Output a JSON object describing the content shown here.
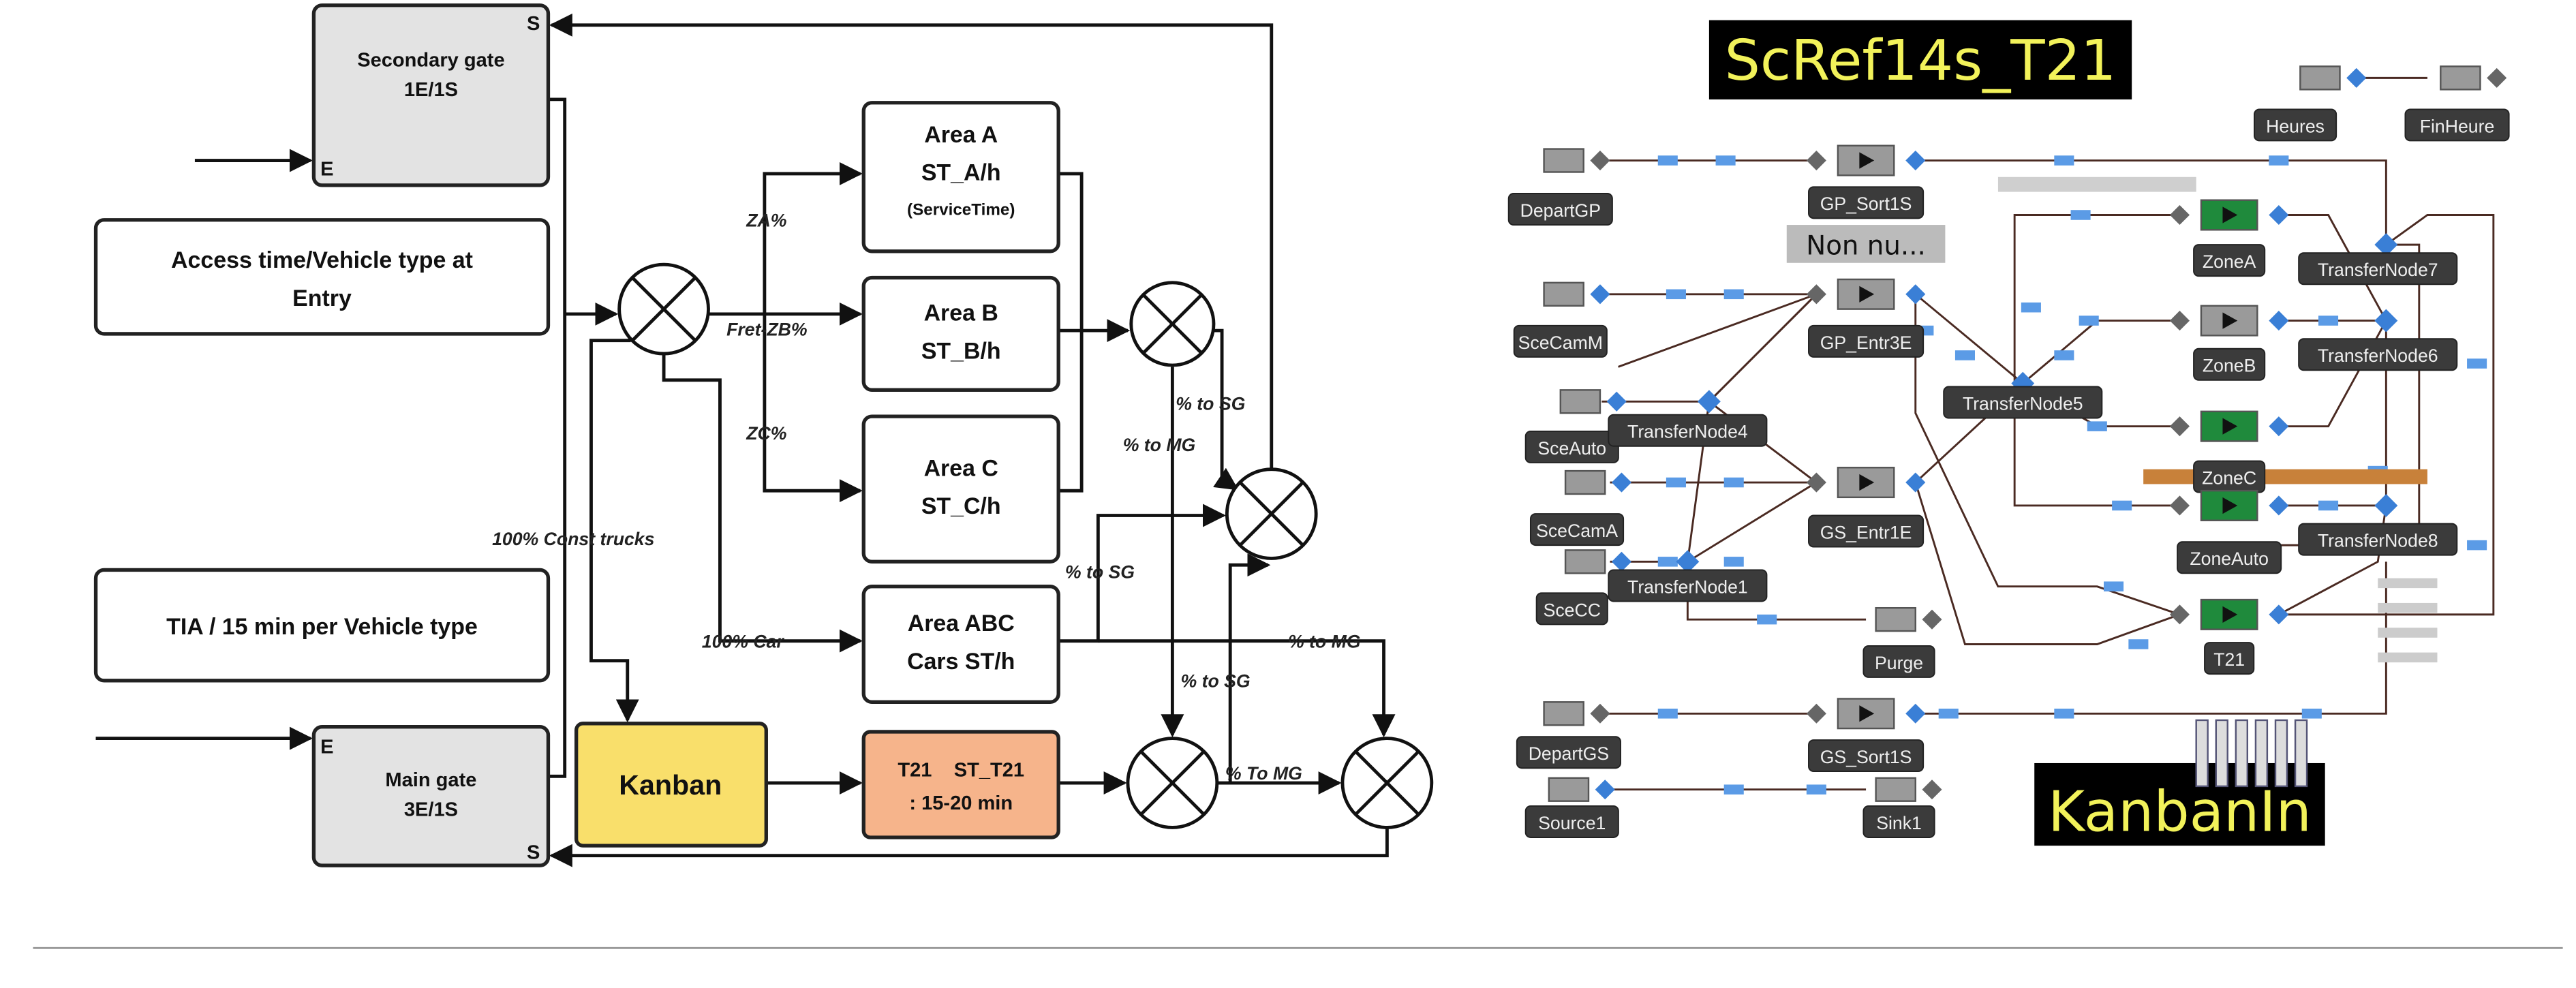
{
  "flow_diagram": {
    "secondary_gate": {
      "title": "Secondary gate",
      "capacity": "1E/1S",
      "entry": "E",
      "exit": "S"
    },
    "main_gate": {
      "title": "Main gate",
      "capacity": "3E/1S",
      "entry": "E",
      "exit": "S"
    },
    "access_time_box": {
      "line1": "Access time/Vehicle type at",
      "line2": "Entry"
    },
    "tia_box": {
      "text": "TIA / 15 min per Vehicle type"
    },
    "area_a": {
      "line1": "Area A",
      "line2": "ST_A/h",
      "line3": "(ServiceTime)"
    },
    "area_b": {
      "line1": "Area B",
      "line2": "ST_B/h"
    },
    "area_c": {
      "line1": "Area C",
      "line2": "ST_C/h"
    },
    "area_abc": {
      "line1": "Area ABC",
      "line2": "Cars ST/h"
    },
    "kanban": {
      "text": "Kanban",
      "color": "#f9df6b"
    },
    "t21": {
      "line1": "T21    ST_T21",
      "line2": ": 15-20 min",
      "color": "#f6b48b"
    },
    "edge_labels": {
      "za": "ZA%",
      "zb": "Fret-ZB%",
      "zc": "ZC%",
      "const_trucks": "100% Const trucks",
      "car": "100% Car",
      "b_to_sg": "% to SG",
      "b_to_mg": "% to MG",
      "abc_to_sg": "% to SG",
      "abc_to_mg": "% to MG",
      "t21_to_sg": "% to SG",
      "t21_to_mg": "% To MG"
    }
  },
  "simulation": {
    "title": "ScRef14s_T21",
    "kanban_label": "KanbanIn",
    "status_box": "Non nu...",
    "title_color": "#f2f25a",
    "nodes": [
      {
        "id": "heures",
        "label": "Heures"
      },
      {
        "id": "finheure",
        "label": "FinHeure"
      },
      {
        "id": "departgp",
        "label": "DepartGP"
      },
      {
        "id": "gp_sort1s",
        "label": "GP_Sort1S"
      },
      {
        "id": "zonea",
        "label": "ZoneA"
      },
      {
        "id": "tn7",
        "label": "TransferNode7"
      },
      {
        "id": "scecamm",
        "label": "SceCamM"
      },
      {
        "id": "gp_entr3e",
        "label": "GP_Entr3E"
      },
      {
        "id": "zoneb",
        "label": "ZoneB"
      },
      {
        "id": "tn6",
        "label": "TransferNode6"
      },
      {
        "id": "tn5",
        "label": "TransferNode5"
      },
      {
        "id": "sceauto",
        "label": "SceAuto"
      },
      {
        "id": "tn4",
        "label": "TransferNode4"
      },
      {
        "id": "zonec",
        "label": "ZoneC"
      },
      {
        "id": "scecama",
        "label": "SceCamA"
      },
      {
        "id": "gs_entr1e",
        "label": "GS_Entr1E"
      },
      {
        "id": "zoneauto",
        "label": "ZoneAuto"
      },
      {
        "id": "tn8",
        "label": "TransferNode8"
      },
      {
        "id": "scecc",
        "label": "SceCC"
      },
      {
        "id": "tn1",
        "label": "TransferNode1"
      },
      {
        "id": "purge",
        "label": "Purge"
      },
      {
        "id": "t21",
        "label": "T21"
      },
      {
        "id": "departgs",
        "label": "DepartGS"
      },
      {
        "id": "gs_sort1s",
        "label": "GS_Sort1S"
      },
      {
        "id": "source1",
        "label": "Source1"
      },
      {
        "id": "sink1",
        "label": "Sink1"
      }
    ]
  }
}
